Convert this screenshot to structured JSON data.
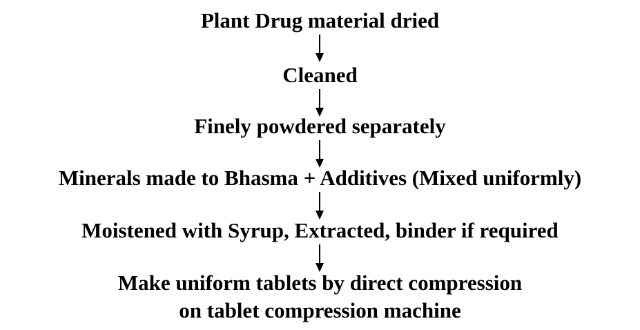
{
  "steps": [
    {
      "lines": [
        "Plant Drug material dried"
      ]
    },
    {
      "lines": [
        "Cleaned"
      ]
    },
    {
      "lines": [
        "Finely powdered separately"
      ]
    },
    {
      "lines": [
        "Minerals made to Bhasma + Additives (Mixed uniformly)"
      ]
    },
    {
      "lines": [
        "Moistened with Syrup, Extracted, binder if required"
      ]
    },
    {
      "lines": [
        "Make uniform tablets by direct compression",
        "on tablet compression machine"
      ]
    }
  ],
  "colors": {
    "text": "#000000",
    "arrow": "#000000",
    "background": "#ffffff"
  }
}
